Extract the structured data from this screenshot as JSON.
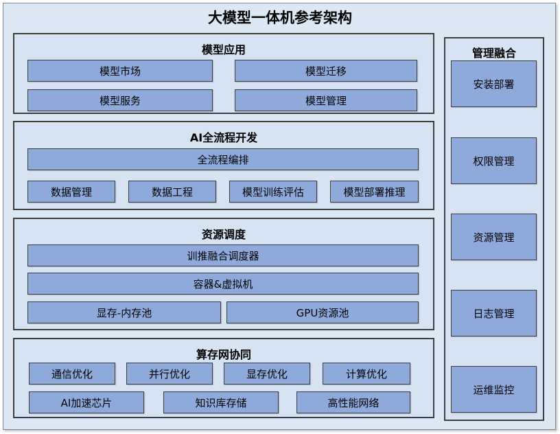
{
  "title": "大模型一体机参考架构",
  "sections": {
    "model_app": {
      "title": "模型应用",
      "items": [
        "模型市场",
        "模型迁移",
        "模型服务",
        "模型管理"
      ]
    },
    "ai_dev": {
      "title": "AI全流程开发",
      "items": [
        "全流程编排",
        "数据管理",
        "数据工程",
        "模型训练评估",
        "模型部署推理"
      ]
    },
    "resource": {
      "title": "资源调度",
      "items": [
        "训推融合调度器",
        "容器&虚拟机",
        "显存-内存池",
        "GPU资源池"
      ]
    },
    "compute": {
      "title": "算存网协同",
      "items": [
        "通信优化",
        "并行优化",
        "显存优化",
        "计算优化",
        "AI加速芯片",
        "知识库存储",
        "高性能网络"
      ]
    },
    "management": {
      "title": "管理融合",
      "items": [
        "安装部署",
        "权限管理",
        "资源管理",
        "日志管理",
        "运维监控"
      ]
    }
  }
}
